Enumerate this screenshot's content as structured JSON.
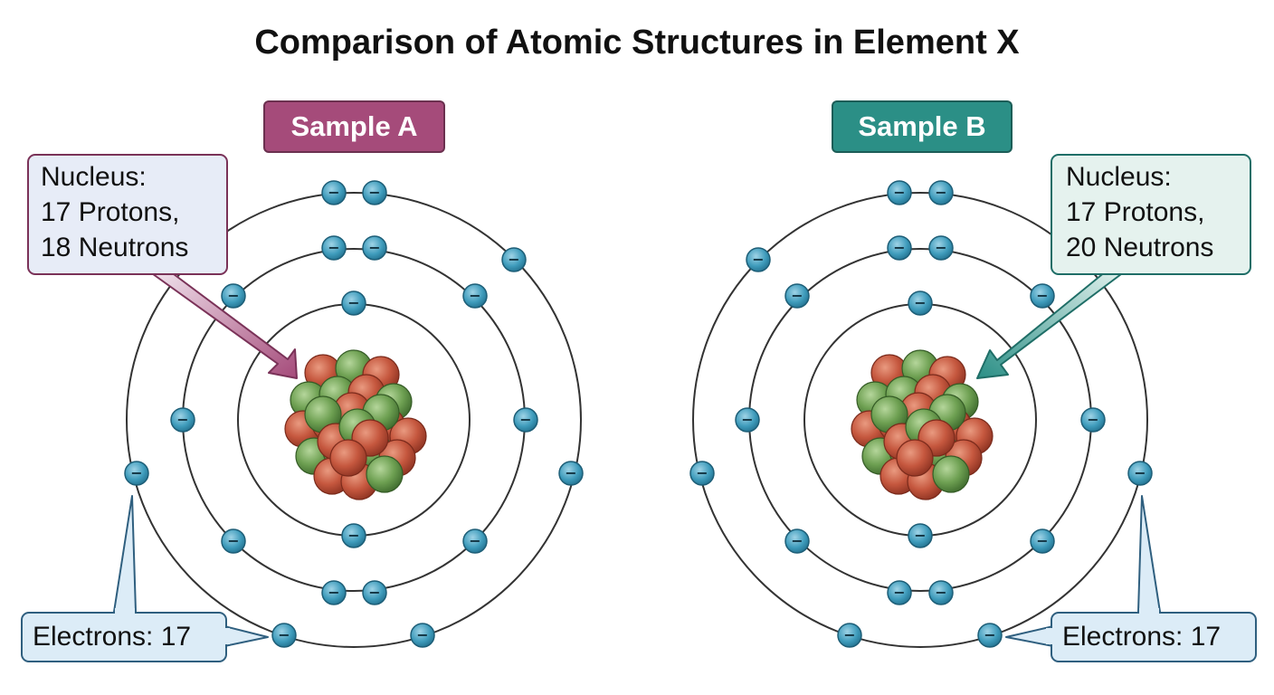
{
  "title": "Comparison of Atomic Structures in Element X",
  "colors": {
    "sample_a": "#a54b7a",
    "sample_b": "#2b8f86",
    "proton": "#c5573e",
    "neutron": "#6ea052",
    "electron": "#3f9cbc",
    "orbit": "#333333",
    "callout_a_fill": "#e7ecf7",
    "callout_b_fill": "#e5f2ee",
    "electron_label_fill": "#dcecf7"
  },
  "samples": [
    {
      "label": "Sample A",
      "nucleus_lines": [
        "Nucleus:",
        "17 Protons,",
        "18 Neutrons"
      ],
      "protons": 17,
      "neutrons": 18,
      "electron_label": "Electrons: 17",
      "electrons": 17,
      "electron_symbol": "−"
    },
    {
      "label": "Sample B",
      "nucleus_lines": [
        "Nucleus:",
        "17 Protons,",
        "20 Neutrons"
      ],
      "protons": 17,
      "neutrons": 20,
      "electron_label": "Electrons: 17",
      "electrons": 17,
      "electron_symbol": "−"
    }
  ]
}
